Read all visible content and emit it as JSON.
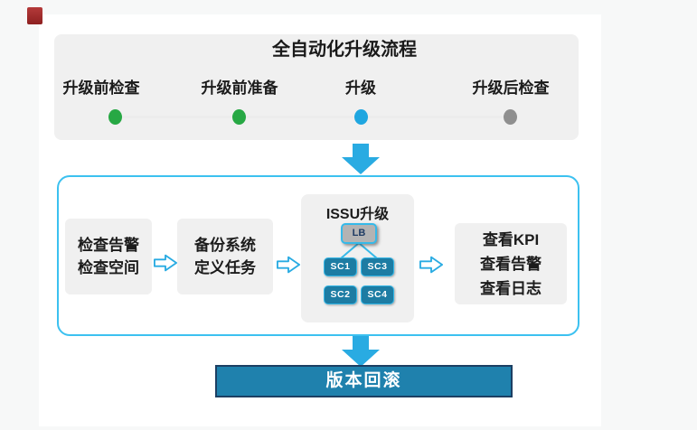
{
  "header": {
    "title": "全自动化升级流程"
  },
  "timeline": {
    "stages": [
      {
        "label": "升级前检查",
        "status": "done",
        "dot_color": "#27a844"
      },
      {
        "label": "升级前准备",
        "status": "done",
        "dot_color": "#27a844"
      },
      {
        "label": "升级",
        "status": "current",
        "dot_color": "#1fa6e0"
      },
      {
        "label": "升级后检查",
        "status": "pending",
        "dot_color": "#8f8f8f"
      }
    ]
  },
  "flow": {
    "steps": [
      {
        "lines": [
          "检查告警",
          "检查空间"
        ]
      },
      {
        "lines": [
          "备份系统",
          "定义任务"
        ]
      },
      {
        "title": "ISSU升级",
        "lb_label": "LB",
        "sc_nodes": [
          "SC1",
          "SC3",
          "SC2",
          "SC4"
        ]
      },
      {
        "lines": [
          "查看KPI",
          "查看告警",
          "查看日志"
        ]
      }
    ]
  },
  "rollback": {
    "label": "版本回滚"
  },
  "colors": {
    "accent_blue": "#29abe2",
    "container_border": "#3cc1f0",
    "node_teal": "#1d7ca3",
    "node_border": "#35b9e9",
    "lb_gray": "#b3b3b3",
    "rollback_fill": "#1f81ad",
    "rollback_border": "#1c3f63",
    "dot_green": "#27a844",
    "dot_blue": "#1fa6e0",
    "dot_gray": "#8f8f8f",
    "box_gray": "#f0f0f0",
    "banner_gray": "#f0f0f0",
    "indicator_red": "#9e2626",
    "page_bg": "#f7f8f8",
    "card_bg": "#ffffff"
  }
}
